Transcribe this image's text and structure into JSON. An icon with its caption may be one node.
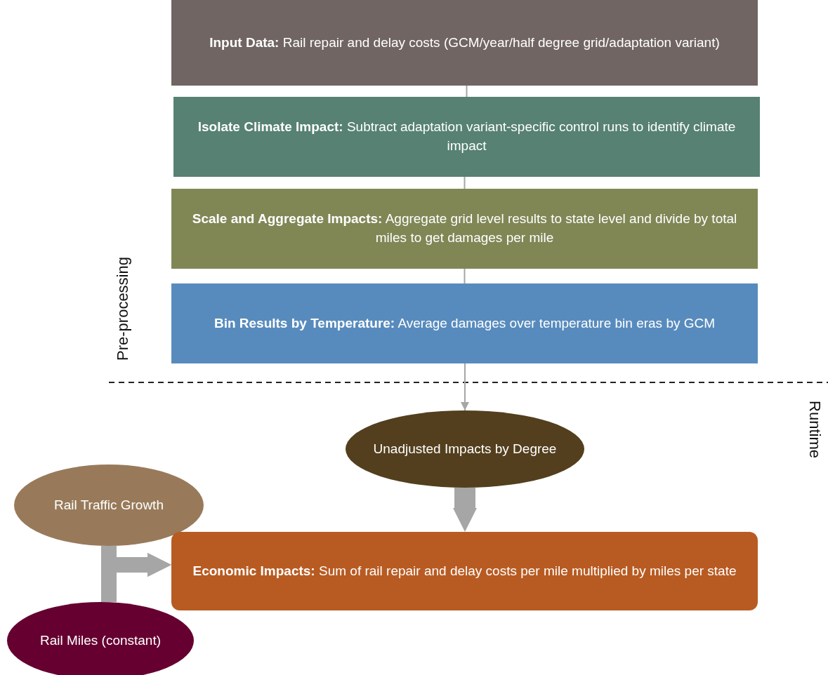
{
  "diagram": {
    "nodes": [
      {
        "text": [
          "**Input Data:** Rail repair and delay costs (GCM/year/half degree grid/adaptation variant)"
        ]
      },
      {
        "text": [
          "**Isolate Climate Impact:** Subtract adaptation variant-specific control runs to identify climate impact"
        ]
      },
      {
        "text": [
          "**Scale and Aggregate Impacts:** Aggregate grid level results to state level and divide by total miles to get damages per mile"
        ]
      },
      {
        "text": [
          "**Bin Results by Temperature:** Average damages over temperature bin eras by GCM"
        ]
      },
      {
        "text": [
          "Unadjusted Impacts by Degree"
        ]
      },
      {
        "text": [
          "Rail Traffic Growth"
        ]
      },
      {
        "text": [
          "**Economic Impacts:** Sum of rail repair and delay costs per mile multiplied by miles per state"
        ]
      },
      {
        "text": [
          "Rail Miles (constant)"
        ]
      }
    ],
    "edges": [
      {
        "from": 0,
        "to": 1,
        "arrow": "none"
      },
      {
        "from": 1,
        "to": 2,
        "arrow": "none"
      },
      {
        "from": 2,
        "to": 3,
        "arrow": "none"
      },
      {
        "from": 3,
        "to": 4,
        "arrow": "to"
      },
      {
        "from": 4,
        "to": 6,
        "arrow": "to",
        "style": "thick"
      },
      {
        "from": 5,
        "to": 6,
        "arrow": "to",
        "style": "thick"
      },
      {
        "from": 7,
        "to": 6,
        "arrow": "to",
        "style": "thick"
      }
    ],
    "labels": [
      "Pre-processing",
      "Runtime"
    ]
  }
}
